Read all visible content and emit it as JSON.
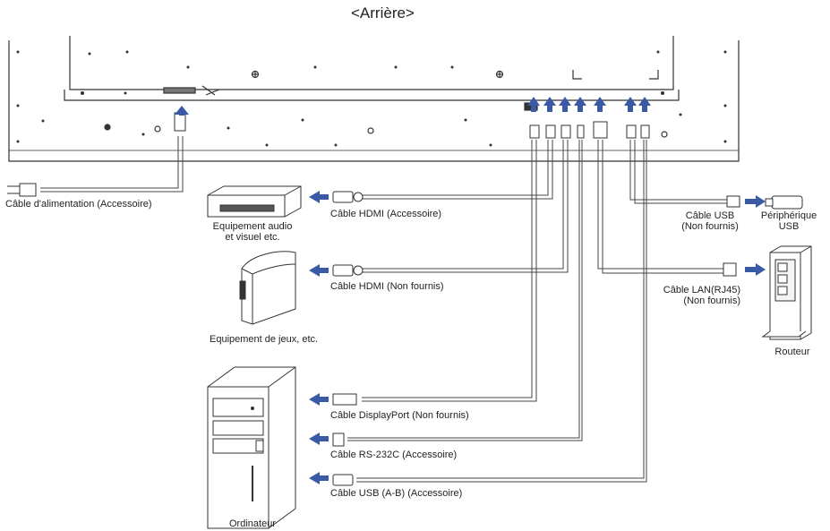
{
  "title": "<Arrière>",
  "accent": "#3b5aa6",
  "labels": {
    "power_cable": "Câble d'alimentation (Accessoire)",
    "hdmi_accessory": "Câble HDMI (Accessoire)",
    "av_equipment_line1": "Equipement audio",
    "av_equipment_line2": "et visuel etc.",
    "hdmi_not_supplied": "Câble HDMI (Non fournis)",
    "game_equipment": "Equipement de jeux, etc.",
    "displayport": "Câble DisplayPort (Non fournis)",
    "rs232c": "Câble RS-232C (Accessoire)",
    "usb_ab": "Câble USB (A-B) (Accessoire)",
    "computer": "Ordinateur",
    "usb_cable_line1": "Câble USB",
    "usb_cable_line2": "(Non fournis)",
    "peripheral_line1": "Périphérique",
    "peripheral_line2": "USB",
    "lan_cable_line1": "Câble LAN(RJ45)",
    "lan_cable_line2": "(Non fournis)",
    "router": "Routeur"
  }
}
